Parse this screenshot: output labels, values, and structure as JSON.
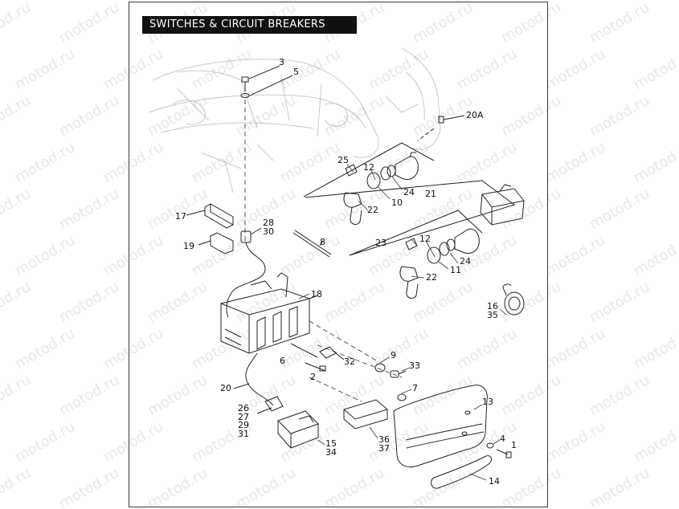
{
  "header": {
    "title": "SWITCHES & CIRCUIT BREAKERS"
  },
  "watermark": {
    "text": "motod.ru"
  },
  "callouts": [
    {
      "id": "c3",
      "text": "3"
    },
    {
      "id": "c5",
      "text": "5"
    },
    {
      "id": "c20a",
      "text": "20A"
    },
    {
      "id": "c25",
      "text": "25"
    },
    {
      "id": "c12a",
      "text": "12"
    },
    {
      "id": "c24a",
      "text": "24"
    },
    {
      "id": "c10",
      "text": "10"
    },
    {
      "id": "c21",
      "text": "21"
    },
    {
      "id": "c22a",
      "text": "22"
    },
    {
      "id": "c17",
      "text": "17"
    },
    {
      "id": "c28_30",
      "text": "28\n30"
    },
    {
      "id": "c19",
      "text": "19"
    },
    {
      "id": "c8",
      "text": "8"
    },
    {
      "id": "c23",
      "text": "23"
    },
    {
      "id": "c12b",
      "text": "12"
    },
    {
      "id": "c24b",
      "text": "24"
    },
    {
      "id": "c11",
      "text": "11"
    },
    {
      "id": "c22b",
      "text": "22"
    },
    {
      "id": "c18",
      "text": "18"
    },
    {
      "id": "c16_35",
      "text": "16\n35"
    },
    {
      "id": "c9",
      "text": "9"
    },
    {
      "id": "c6",
      "text": "6"
    },
    {
      "id": "c32",
      "text": "32"
    },
    {
      "id": "c33",
      "text": "33"
    },
    {
      "id": "c2",
      "text": "2"
    },
    {
      "id": "c7",
      "text": "7"
    },
    {
      "id": "c20",
      "text": "20"
    },
    {
      "id": "c13",
      "text": "13"
    },
    {
      "id": "c26_31",
      "text": "26\n27\n29\n31"
    },
    {
      "id": "c36_37",
      "text": "36\n37"
    },
    {
      "id": "c15_34",
      "text": "15\n34"
    },
    {
      "id": "c4",
      "text": "4"
    },
    {
      "id": "c1",
      "text": "1"
    },
    {
      "id": "c14",
      "text": "14"
    }
  ]
}
